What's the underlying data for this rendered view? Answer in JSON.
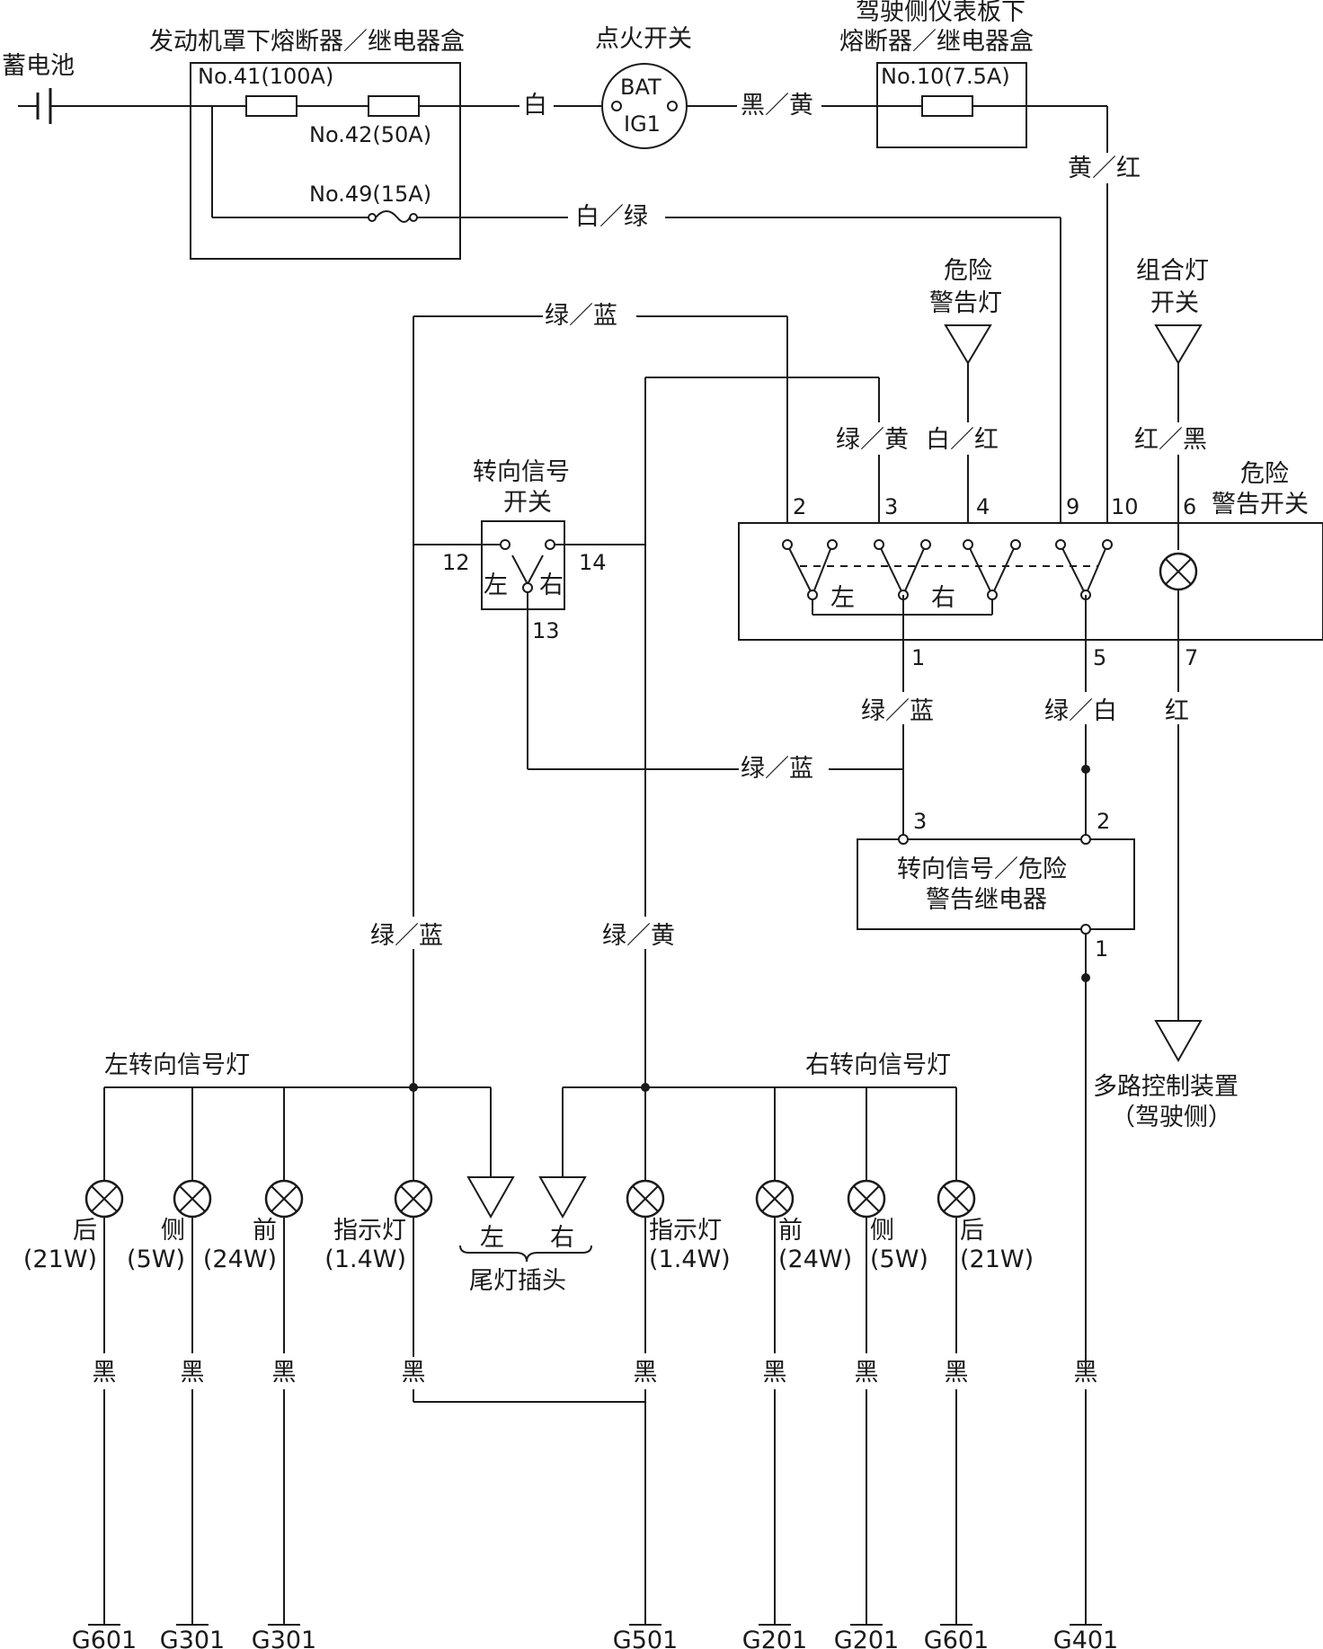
{
  "battery": "蓄电池",
  "engine_box": {
    "title": "发动机罩下熔断器／继电器盒",
    "fuse41": "No.41(100A)",
    "fuse42": "No.42(50A)",
    "fuse49": "No.49(15A)"
  },
  "ignition": {
    "title": "点火开关",
    "bat": "BAT",
    "ig1": "IG1"
  },
  "driver_box": {
    "title1": "驾驶侧仪表板下",
    "title2": "熔断器／继电器盒",
    "fuse10": "No.10(7.5A)"
  },
  "wires": {
    "white": "白",
    "black_yellow": "黑／黄",
    "yellow_red": "黄／红",
    "white_green": "白／绿",
    "green_blue": "绿／蓝",
    "green_yellow": "绿／黄",
    "white_red": "白／红",
    "red_black": "红／黑",
    "green_white": "绿／白",
    "red": "红",
    "black": "黑"
  },
  "hazard_lamp_in": {
    "line1": "危险",
    "line2": "警告灯"
  },
  "combo_switch_in": {
    "line1": "组合灯",
    "line2": "开关"
  },
  "hazard_switch": {
    "line1": "危险",
    "line2": "警告开关",
    "left": "左",
    "right": "右",
    "pins": {
      "p2": "2",
      "p3": "3",
      "p4": "4",
      "p9": "9",
      "p10": "10",
      "p6": "6",
      "p1": "1",
      "p5": "5",
      "p7": "7"
    }
  },
  "turn_switch": {
    "line1": "转向信号",
    "line2": "开关",
    "left": "左",
    "right": "右",
    "pins": {
      "p12": "12",
      "p14": "14",
      "p13": "13"
    }
  },
  "relay": {
    "line1": "转向信号／危险",
    "line2": "警告继电器",
    "pins": {
      "p3": "3",
      "p2": "2",
      "p1": "1"
    }
  },
  "mux": {
    "line1": "多路控制装置",
    "line2": "（驾驶侧）"
  },
  "left_group": "左转向信号灯",
  "right_group": "右转向信号灯",
  "lamps_left": [
    {
      "name": "后",
      "power": "(21W)"
    },
    {
      "name": "侧",
      "power": "(5W)"
    },
    {
      "name": "前",
      "power": "(24W)"
    },
    {
      "name": "指示灯",
      "power": "(1.4W)"
    }
  ],
  "lamps_right": [
    {
      "name": "指示灯",
      "power": "(1.4W)"
    },
    {
      "name": "前",
      "power": "(24W)"
    },
    {
      "name": "侧",
      "power": "(5W)"
    },
    {
      "name": "后",
      "power": "(21W)"
    }
  ],
  "tail_plug": {
    "left": "左",
    "right": "右",
    "label": "尾灯插头"
  },
  "grounds": [
    "G601",
    "G301",
    "G301",
    "G501",
    "G201",
    "G201",
    "G601",
    "G401"
  ]
}
